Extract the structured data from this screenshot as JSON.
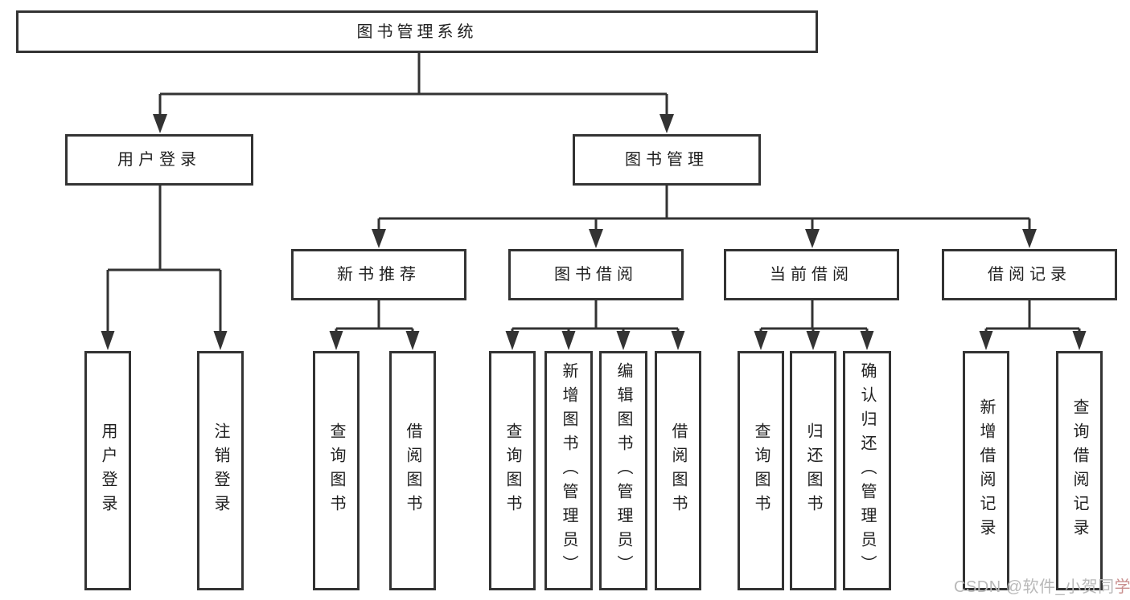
{
  "colors": {
    "line": "#333333",
    "text": "#1f1f1f",
    "background": "#ffffff",
    "watermark": "#b9b9b9",
    "watermark_accent": "#c9908f"
  },
  "tree": {
    "root": {
      "label": "图书管理系统"
    },
    "branches": [
      {
        "label": "用户登录",
        "children": [
          {
            "label": "用户登录"
          },
          {
            "label": "注销登录"
          }
        ]
      },
      {
        "label": "图书管理",
        "children": [
          {
            "label": "新书推荐",
            "children": [
              {
                "label": "查询图书"
              },
              {
                "label": "借阅图书"
              }
            ]
          },
          {
            "label": "图书借阅",
            "children": [
              {
                "label": "查询图书"
              },
              {
                "label": "新增图书（管理员）"
              },
              {
                "label": "编辑图书（管理员）"
              },
              {
                "label": "借阅图书"
              }
            ]
          },
          {
            "label": "当前借阅",
            "children": [
              {
                "label": "查询图书"
              },
              {
                "label": "归还图书"
              },
              {
                "label": "确认归还（管理员）"
              }
            ]
          },
          {
            "label": "借阅记录",
            "children": [
              {
                "label": "新增借阅记录"
              },
              {
                "label": "查询借阅记录"
              }
            ]
          }
        ]
      }
    ]
  },
  "watermark": {
    "prefix": "CSDN @软件_小贺同",
    "suffix": "学"
  }
}
